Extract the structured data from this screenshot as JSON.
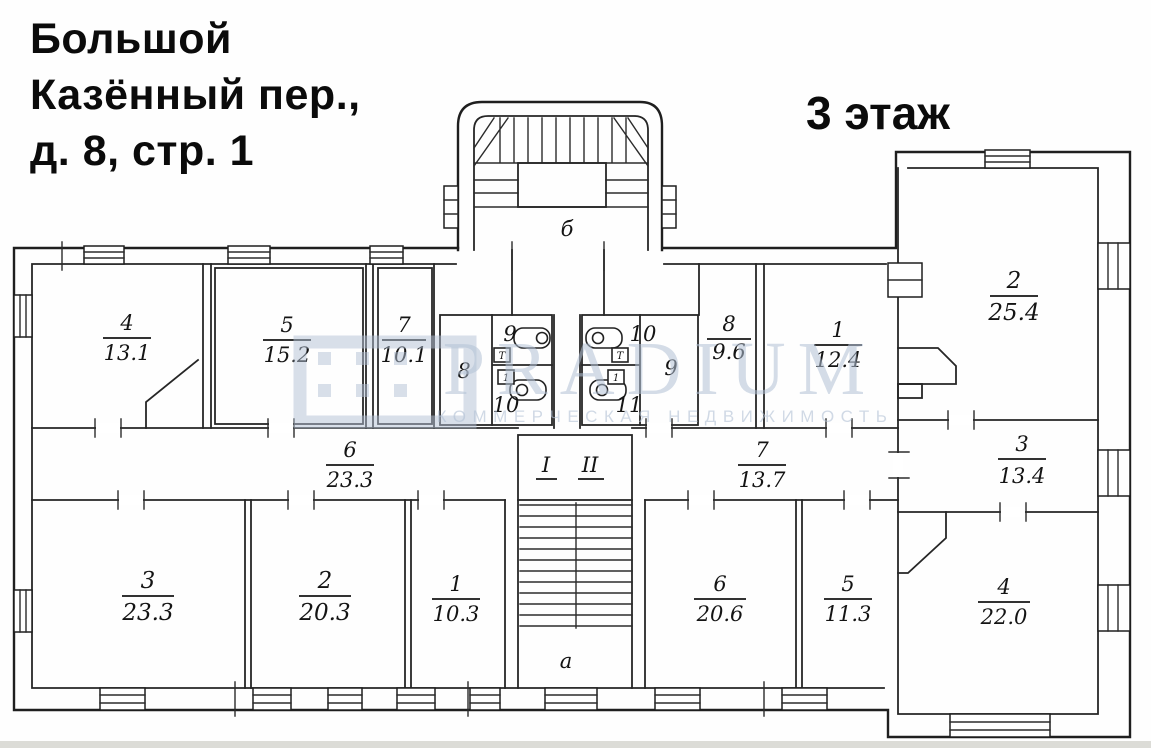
{
  "header": {
    "address_line1": "Большой",
    "address_line2": "Казённый пер.,",
    "address_line3": "д. 8, стр. 1",
    "floor": "3 этаж"
  },
  "watermark": {
    "brand": "PRADIUM",
    "subtitle": "КОММЕРЧЕСКАЯ НЕДВИЖИМОСТЬ",
    "color": "#b3c2d6"
  },
  "plan": {
    "upper_rooms": [
      {
        "number": "4",
        "area": "13.1"
      },
      {
        "number": "5",
        "area": "15.2"
      },
      {
        "number": "7",
        "area": "10.1"
      },
      {
        "number": "8",
        "area": "9.6"
      },
      {
        "number": "1",
        "area": "12.4"
      },
      {
        "number": "2",
        "area": "25.4"
      }
    ],
    "sanitary_left": {
      "room": "8",
      "wc_top": "9",
      "wc_bottom": "10",
      "tank_top": "Т",
      "tank_bottom": "1"
    },
    "sanitary_right": {
      "room": "9",
      "wc_top": "10",
      "wc_bottom": "11",
      "tank_top": "Т",
      "tank_bottom": "1"
    },
    "corridor_left": {
      "number": "6",
      "area": "23.3"
    },
    "corridor_right": {
      "number": "7",
      "area": "13.7"
    },
    "room_right_middle": {
      "number": "3",
      "area": "13.4"
    },
    "lower_rooms": [
      {
        "number": "3",
        "area": "23.3"
      },
      {
        "number": "2",
        "area": "20.3"
      },
      {
        "number": "1",
        "area": "10.3"
      },
      {
        "number": "6",
        "area": "20.6"
      },
      {
        "number": "5",
        "area": "11.3"
      },
      {
        "number": "4",
        "area": "22.0"
      }
    ],
    "stairs": {
      "main": "а",
      "tower": "б"
    },
    "landing": {
      "first": "I",
      "second": "II"
    }
  }
}
